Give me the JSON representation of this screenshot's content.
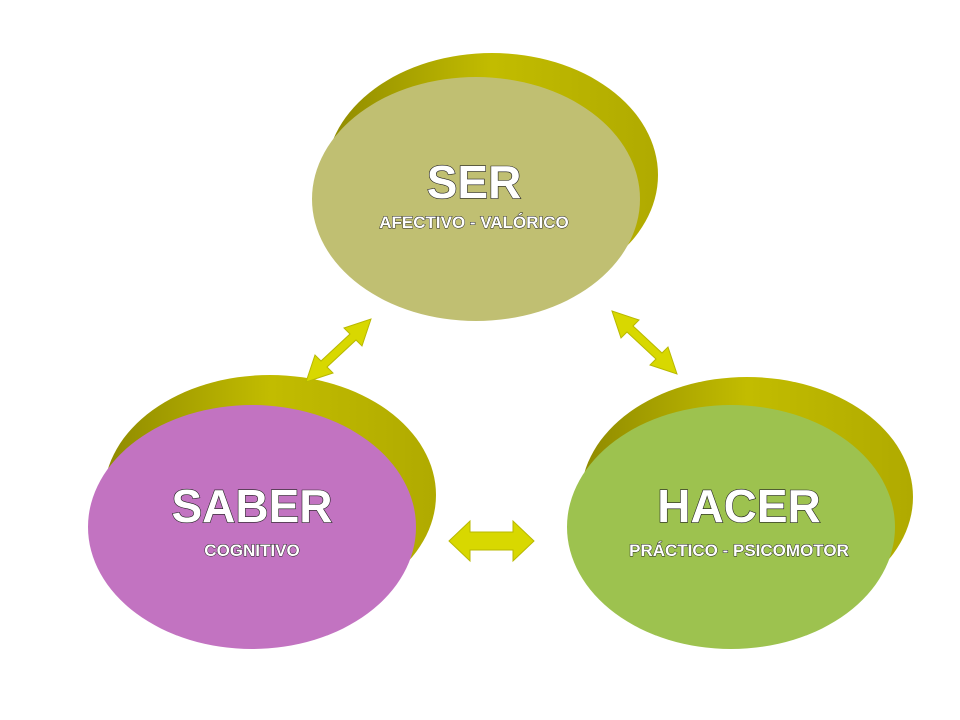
{
  "nodes": {
    "ser": {
      "title": "SER",
      "subtitle": "AFECTIVO - VALÓRICO",
      "color": "#c0bf72"
    },
    "saber": {
      "title": "SABER",
      "subtitle": "COGNITIVO",
      "color": "#c273c1"
    },
    "hacer": {
      "title": "HACER",
      "subtitle": "PRÁCTICO - PSICOMOTOR",
      "color": "#9dc24f"
    }
  },
  "colors": {
    "node_shadow": "#b6b000",
    "node_shadow_dark": "#8f8a00",
    "arrow": "#d8d800"
  }
}
